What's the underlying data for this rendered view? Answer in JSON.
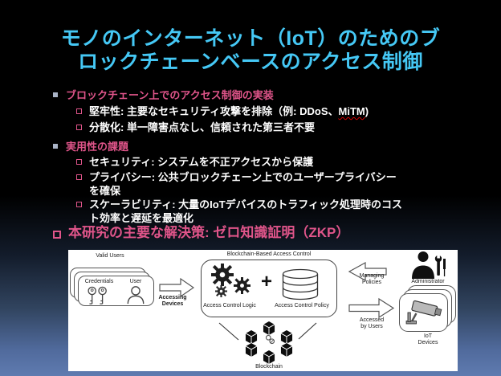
{
  "slide": {
    "title_line1": "モノのインターネット（IoT）のためのブ",
    "title_line2": "ロックチェーンベースのアクセス制御"
  },
  "bullets": [
    {
      "text": "ブロックチェーン上でのアクセス制御の実装"
    },
    {
      "pre": "堅牢性: 主要なセキュリティ攻撃を排除（例: DDoS、",
      "mark": "MiTM",
      "post": ")"
    },
    {
      "text": "分散化: 単一障害点なし、信頼された第三者不要"
    },
    {
      "text": "実用性の課題"
    },
    {
      "text": "セキュリティ: システムを不正アクセスから保護"
    },
    {
      "text": "プライバシー: 公共ブロックチェーン上でのユーザープライバシー\nを確保"
    },
    {
      "text": "スケーラビリティ: 大量のIoTデバイスのトラフィック処理時のコス\nト効率と遅延を最適化"
    },
    {
      "text": "本研究の主要な解決策: ゼロ知識証明（ZKP）"
    }
  ],
  "diagram": {
    "header": "Blockchain-Based Access Control",
    "valid_users": {
      "title": "Valid Users",
      "credentials_label": "Credentials",
      "user_label": "User"
    },
    "arrows": {
      "accessing": "Accessing\nDevices",
      "managing": "Managing\nPolicies",
      "accessed": "Accessed\nby Users"
    },
    "logic_label": "Access Control Logic",
    "plus": "+",
    "policy_label": "Access Control Policy",
    "administrator_label": "Administrator",
    "iot_label": "IoT\nDevices",
    "blockchain_label": "Blockchain"
  },
  "colors": {
    "title_cyan": "#45c8f5",
    "accent_pink": "#e0558a",
    "bullet_silver": "#aab4c6",
    "bg_top": "#000000",
    "bg_bottom": "#5f7bb0"
  }
}
